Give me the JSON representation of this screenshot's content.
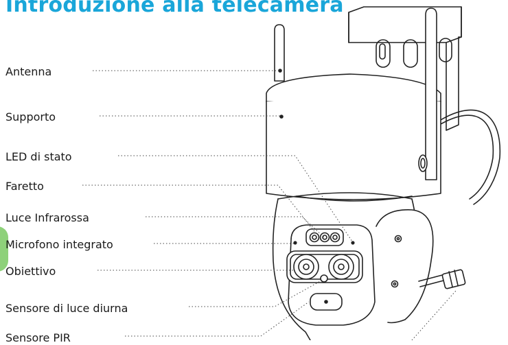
{
  "title": "Introduzione alla telecamera",
  "labels": [
    "Antenna",
    "Supporto",
    "LED di stato",
    "Faretto",
    "Luce Infrarossa",
    "Microfono integrato",
    "Obiettivo",
    "Sensore di luce diurna",
    "Sensore PIR"
  ],
  "colors": {
    "title": "#1aa6d9",
    "accent_tab": "#8ed17a",
    "line": "#222222"
  }
}
